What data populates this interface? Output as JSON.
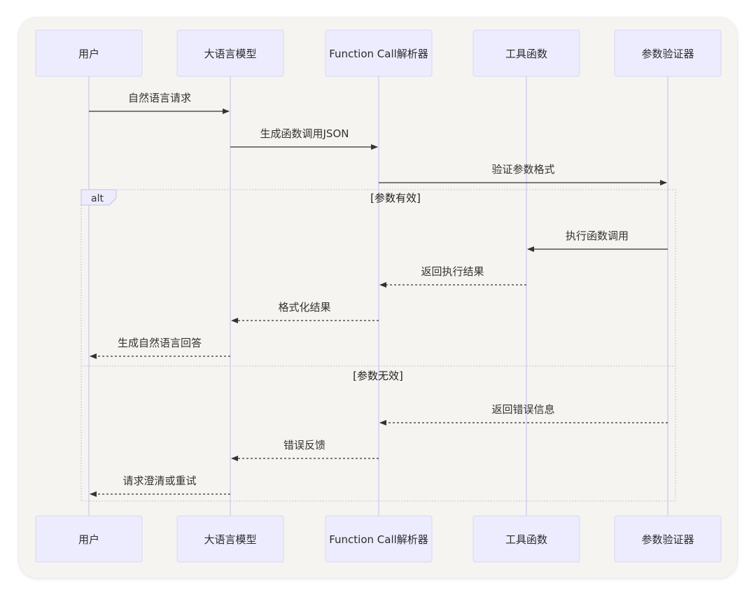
{
  "participants": [
    {
      "id": "user",
      "label": "用户"
    },
    {
      "id": "llm",
      "label": "大语言模型"
    },
    {
      "id": "parser",
      "label": "Function Call解析器"
    },
    {
      "id": "tool",
      "label": "工具函数"
    },
    {
      "id": "validator",
      "label": "参数验证器"
    }
  ],
  "messages": [
    {
      "from": "user",
      "to": "llm",
      "label": "自然语言请求",
      "style": "solid"
    },
    {
      "from": "llm",
      "to": "parser",
      "label": "生成函数调用JSON",
      "style": "solid"
    },
    {
      "from": "parser",
      "to": "validator",
      "label": "验证参数格式",
      "style": "solid"
    },
    {
      "from": "validator",
      "to": "tool",
      "label": "执行函数调用",
      "style": "solid"
    },
    {
      "from": "tool",
      "to": "parser",
      "label": "返回执行结果",
      "style": "dashed"
    },
    {
      "from": "parser",
      "to": "llm",
      "label": "格式化结果",
      "style": "dashed"
    },
    {
      "from": "llm",
      "to": "user",
      "label": "生成自然语言回答",
      "style": "dashed"
    },
    {
      "from": "validator",
      "to": "parser",
      "label": "返回错误信息",
      "style": "dashed"
    },
    {
      "from": "parser",
      "to": "llm",
      "label": "错误反馈",
      "style": "dashed"
    },
    {
      "from": "llm",
      "to": "user",
      "label": "请求澄清或重试",
      "style": "dashed"
    }
  ],
  "alt_frame": {
    "tag": "alt",
    "conditions": [
      "[参数有效]",
      "[参数无效]"
    ]
  }
}
